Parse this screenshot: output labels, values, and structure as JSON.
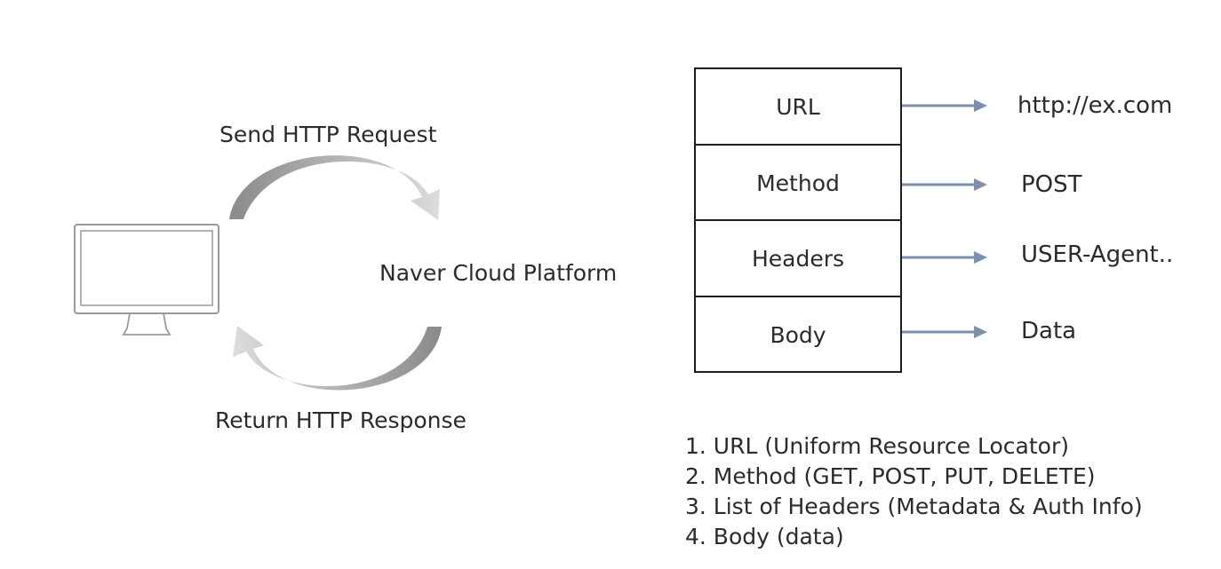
{
  "flow": {
    "request_label": "Send HTTP Request",
    "response_label": "Return HTTP Response",
    "server_label": "Naver Cloud Platform"
  },
  "request_parts": [
    {
      "field": "URL",
      "value": "http://ex.com"
    },
    {
      "field": "Method",
      "value": "POST"
    },
    {
      "field": "Headers",
      "value": "USER-Agent.."
    },
    {
      "field": "Body",
      "value": "Data"
    }
  ],
  "notes": [
    "1. URL (Uniform Resource Locator)",
    "2. Method (GET, POST, PUT, DELETE)",
    "3. List of Headers (Metadata & Auth Info)",
    "4. Body (data)"
  ],
  "colors": {
    "arrow_blue": "#7a90ad",
    "arc_dark": "#8a8a8a",
    "arc_light": "#dcdcdc",
    "line": "#1f1f1f"
  },
  "icons": {
    "client": "computer-monitor-icon",
    "request": "curved-arrow-right-icon",
    "response": "curved-arrow-left-icon"
  }
}
